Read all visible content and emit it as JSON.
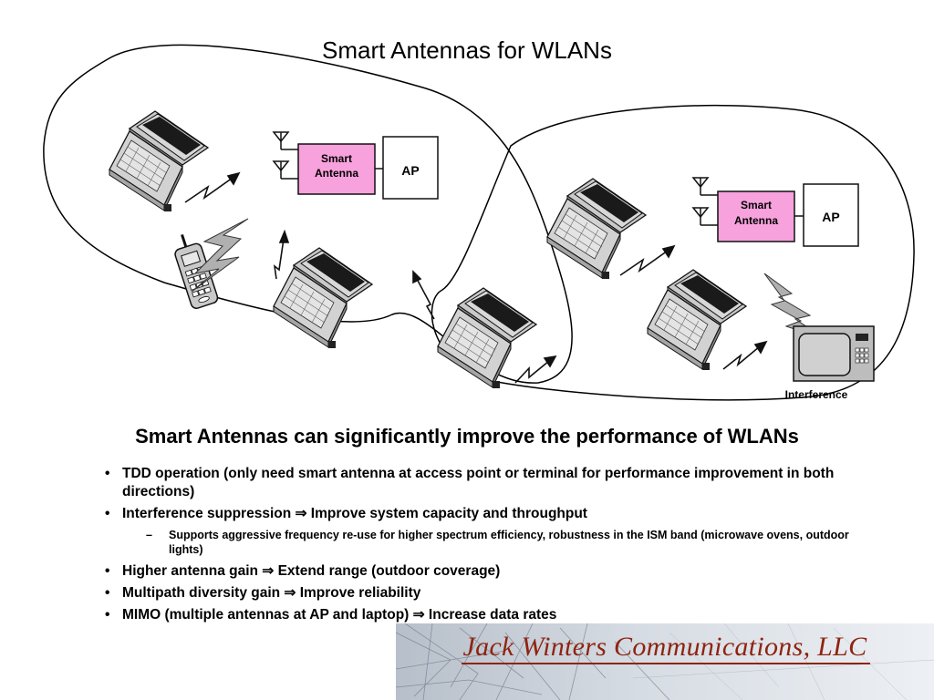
{
  "slide": {
    "title": "Smart Antennas for WLANs",
    "headline": "Smart Antennas can significantly improve the performance of WLANs",
    "bullets": [
      {
        "text": "TDD operation (only need smart antenna at access point or terminal for performance improvement in both directions)"
      },
      {
        "text": "Interference suppression ⇒ Improve system capacity and throughput",
        "sub": [
          "Supports aggressive frequency re-use for higher spectrum efficiency, robustness in the ISM band (microwave ovens, outdoor lights)"
        ]
      },
      {
        "text": "Higher antenna gain ⇒ Extend range (outdoor coverage)"
      },
      {
        "text": "Multipath diversity gain ⇒ Improve reliability"
      },
      {
        "text": "MIMO (multiple antennas at AP and laptop) ⇒ Increase data rates"
      }
    ],
    "footer": "Jack Winters Communications, LLC"
  },
  "diagram": {
    "left_cell": {
      "smart_antenna_label": [
        "Smart",
        "Antenna"
      ],
      "ap_label": "AP"
    },
    "right_cell": {
      "smart_antenna_label": [
        "Smart",
        "Antenna"
      ],
      "ap_label": "AP"
    },
    "interference_label": "Interference",
    "colors": {
      "smart_antenna_fill": "#f7a1dd",
      "laptop_body": "#c9c9c9",
      "laptop_screen": "#1a1a1a",
      "microwave_body": "#bdbdbd",
      "footer_text": "#8e2410"
    },
    "icons": [
      "laptop-icon",
      "cellphone-icon",
      "antenna-icon",
      "microwave-icon",
      "lightning-bolt-icon",
      "wireless-link-arrow-icon"
    ]
  }
}
